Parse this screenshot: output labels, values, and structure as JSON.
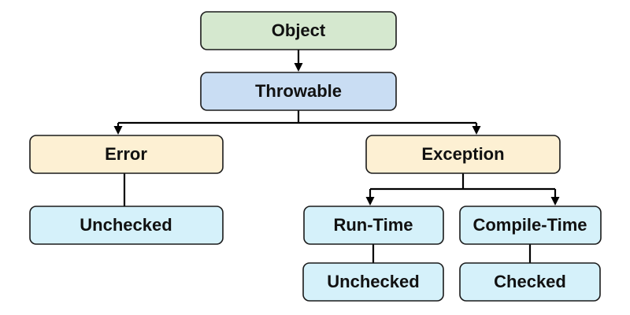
{
  "diagram_type": "tree-flowchart",
  "subject": "Exception hierarchy",
  "colors": {
    "border": "#1a1a1a",
    "line": "#000000",
    "text": "#111111",
    "bg": "#ffffff",
    "green": "#d5e8cf",
    "blue": "#c9ddf3",
    "cream": "#fdf0d3",
    "cyan": "#d5f1fa"
  },
  "nodes": {
    "object": {
      "label": "Object",
      "fill": "#d5e8cf"
    },
    "throwable": {
      "label": "Throwable",
      "fill": "#c9ddf3"
    },
    "error": {
      "label": "Error",
      "fill": "#fdf0d3"
    },
    "exception": {
      "label": "Exception",
      "fill": "#fdf0d3"
    },
    "unchecked_error": {
      "label": "Unchecked",
      "fill": "#d5f1fa"
    },
    "runtime": {
      "label": "Run-Time",
      "fill": "#d5f1fa"
    },
    "compiletime": {
      "label": "Compile-Time",
      "fill": "#d5f1fa"
    },
    "unchecked_runtime": {
      "label": "Unchecked",
      "fill": "#d5f1fa"
    },
    "checked": {
      "label": "Checked",
      "fill": "#d5f1fa"
    }
  },
  "edges": [
    {
      "from": "Object",
      "to": "Throwable",
      "arrow": true
    },
    {
      "from": "Throwable",
      "to": "Error",
      "arrow": true
    },
    {
      "from": "Throwable",
      "to": "Exception",
      "arrow": true
    },
    {
      "from": "Error",
      "to": "Unchecked",
      "arrow": false
    },
    {
      "from": "Exception",
      "to": "Run-Time",
      "arrow": true
    },
    {
      "from": "Exception",
      "to": "Compile-Time",
      "arrow": true
    },
    {
      "from": "Run-Time",
      "to": "Unchecked",
      "arrow": false
    },
    {
      "from": "Compile-Time",
      "to": "Checked",
      "arrow": false
    }
  ]
}
